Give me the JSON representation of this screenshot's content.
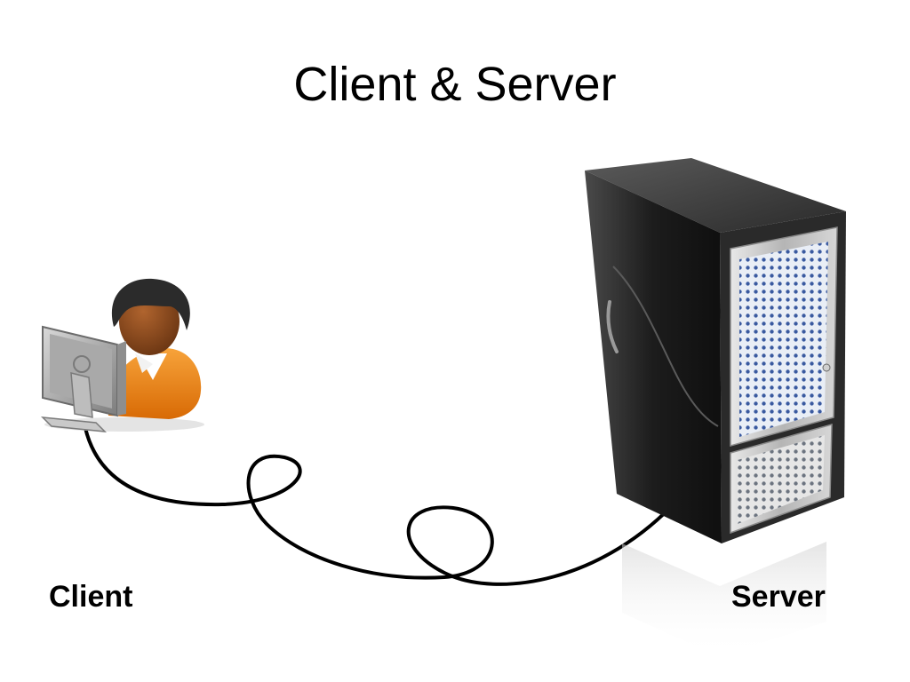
{
  "slide": {
    "title": "Client & Server"
  },
  "labels": {
    "client": "Client",
    "server": "Server"
  },
  "icons": {
    "client": "user-at-computer-icon",
    "server": "tower-server-icon",
    "connection": "network-cable"
  },
  "colors": {
    "person_skin": "#8a4a1e",
    "person_shirt": "#f28a12",
    "person_hair": "#2b2b2b",
    "monitor": "#9a9a9a",
    "server_body": "#2e2e2e",
    "server_panel": "#c9c9c9",
    "server_vents": "#3a5aa0",
    "cable": "#000000"
  }
}
